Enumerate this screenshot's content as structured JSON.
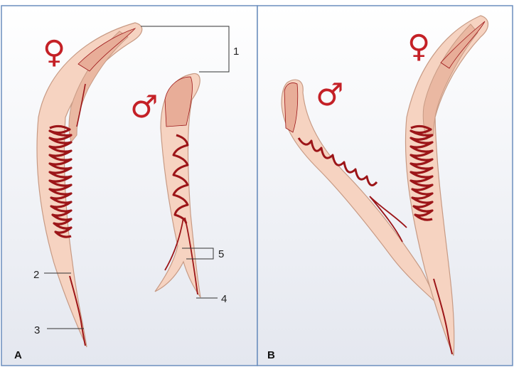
{
  "panels": {
    "a": {
      "letter": "A"
    },
    "b": {
      "letter": "B"
    }
  },
  "symbols": {
    "female": "♀",
    "male": "♂"
  },
  "callouts": {
    "c1": "1",
    "c2": "2",
    "c3": "3",
    "c4": "4",
    "c5": "5"
  },
  "colors": {
    "background_top": "#ffffff",
    "background_bottom": "#e4e7ef",
    "panel_border": "#6b8ebd",
    "body_fill": "#f6d3c1",
    "body_stroke": "#c79a84",
    "organ_fill": "#e8ad98",
    "tube": "#9c1518",
    "symbol": "#c42026"
  }
}
